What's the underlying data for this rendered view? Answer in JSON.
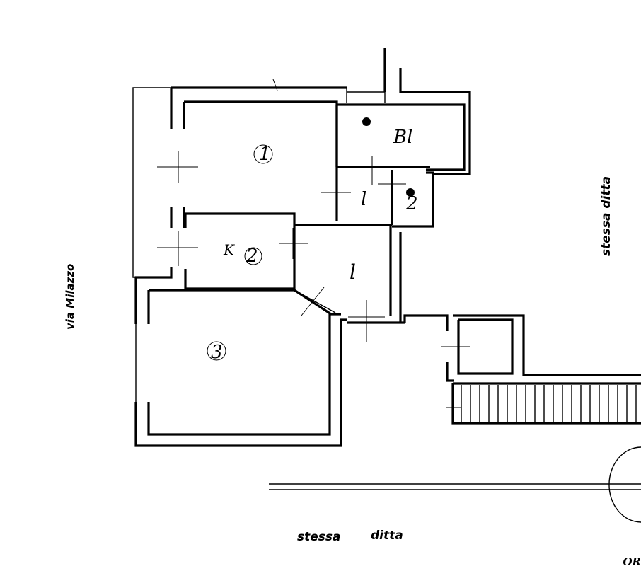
{
  "plan": {
    "street_label": "via Milazzo",
    "neighbor_right": "stessa ditta",
    "neighbor_bottom_a": "stessa",
    "neighbor_bottom_b": "ditta",
    "corner_text": "OR",
    "rooms": {
      "room_1": "1",
      "room_2_prefix": "K",
      "room_2": "2",
      "room_3": "3",
      "bath_large": "Bl",
      "small_room": "l",
      "small_bath": "2",
      "hall": "l"
    }
  }
}
